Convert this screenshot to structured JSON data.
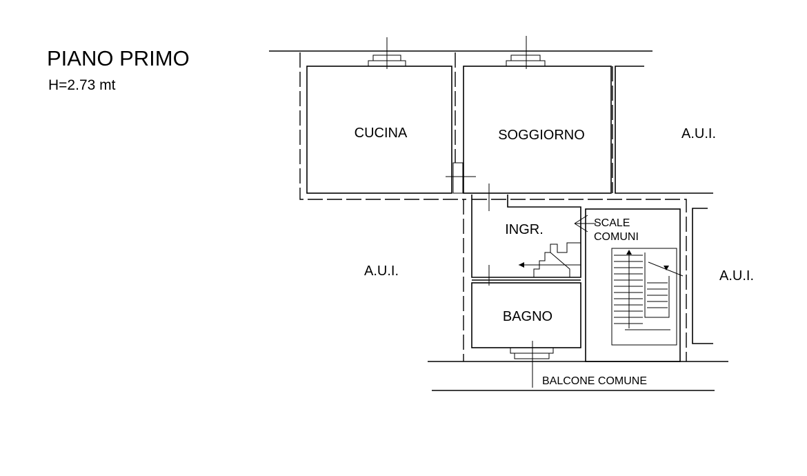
{
  "title": {
    "main": "PIANO PRIMO",
    "height": "H=2.73 mt"
  },
  "rooms": {
    "cucina": "CUCINA",
    "soggiorno": "SOGGIORNO",
    "ingresso": "INGR.",
    "bagno": "BAGNO"
  },
  "adjacent": {
    "top_right": "A.U.I.",
    "left": "A.U.I.",
    "right": "A.U.I."
  },
  "common": {
    "stairs_line1": "SCALE",
    "stairs_line2": "COMUNI",
    "balcony": "BALCONE COMUNE"
  },
  "colors": {
    "line": "#000000",
    "background": "#ffffff"
  }
}
